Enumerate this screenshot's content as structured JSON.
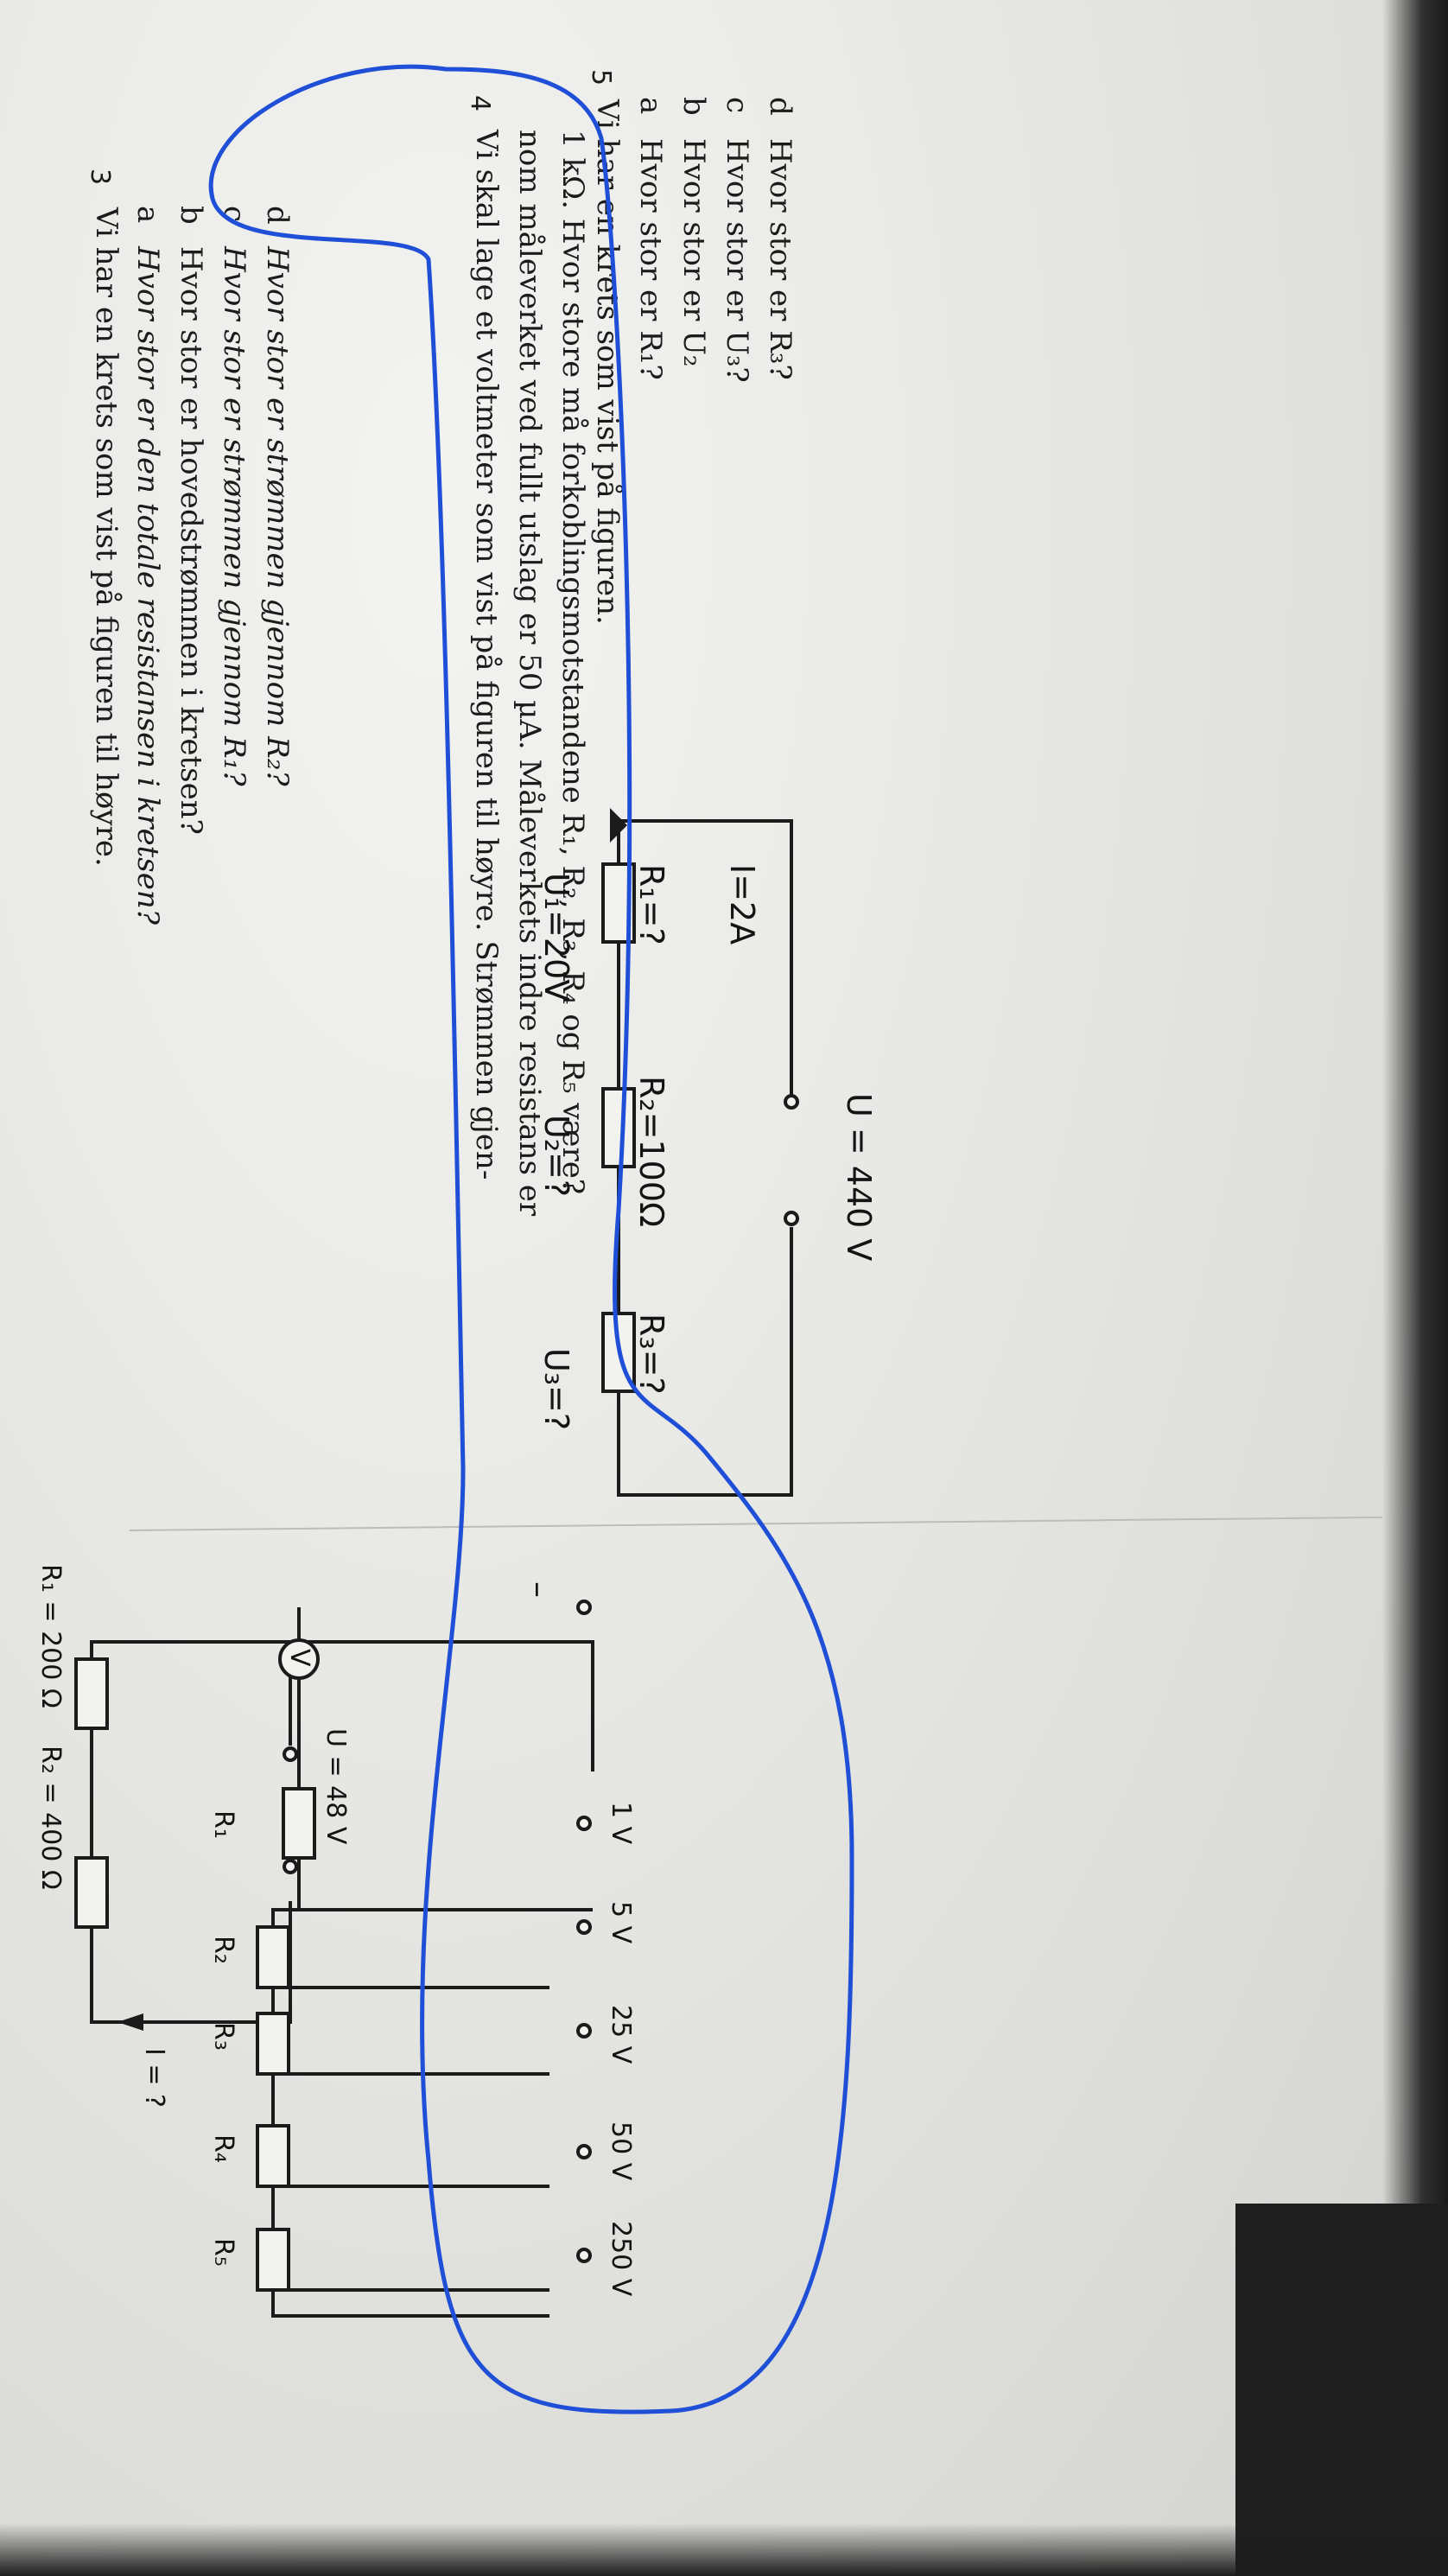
{
  "problem3": {
    "num": "3",
    "intro": "Vi har en krets som vist på figuren til høyre.",
    "a": {
      "letter": "a",
      "text": "Hvor stor er den totale resistansen i kretsen?"
    },
    "b": {
      "letter": "b",
      "text": "Hvor stor er hovedstrømmen i kretsen?"
    },
    "c": {
      "letter": "c",
      "text": "Hvor stor er strømmen gjennom R₁?"
    },
    "d": {
      "letter": "d",
      "text": "Hvor stor er strømmen gjennom R₂?"
    },
    "figure": {
      "r1": "R₁ = 200 Ω",
      "r2": "R₂ = 400 Ω",
      "current": "I = ?",
      "voltage": "U = 48 V"
    }
  },
  "problem4": {
    "num": "4",
    "line1": "Vi skal lage et voltmeter som vist på figuren til høyre. Strømmen gjen-",
    "line2": "nom måleverket ved fullt utslag er 50 µA. Måleverkets indre resistans er",
    "line3": "1 kΩ. Hvor store må forkoblingsmotstandene R₁, R₂, R₃, R₄ og R₅ være?",
    "figure": {
      "meter": "V",
      "minus": "–",
      "resistors": [
        "R₁",
        "R₂",
        "R₃",
        "R₄",
        "R₅"
      ],
      "ranges": [
        "1 V",
        "5 V",
        "25 V",
        "50 V",
        "250 V"
      ]
    }
  },
  "problem5": {
    "num": "5",
    "intro": "Vi har en krets som vist på figuren.",
    "a": {
      "letter": "a",
      "text": "Hvor stor er R₁?"
    },
    "b": {
      "letter": "b",
      "text": "Hvor stor er U₂"
    },
    "c": {
      "letter": "c",
      "text": "Hvor stor er U₃?"
    },
    "d": {
      "letter": "d",
      "text": "Hvor stor er R₃?"
    },
    "figure": {
      "u1": "U₁=20V",
      "u2": "U₂=?",
      "u3": "U₃=?",
      "r1": "R₁=?",
      "r2": "R₂=100Ω",
      "r3": "R₃=?",
      "current": "I=2A",
      "voltage": "U = 440 V"
    }
  },
  "colors": {
    "annotation": "#1f4fd6",
    "ink": "#1b1b1b",
    "paper": "#ececea"
  }
}
